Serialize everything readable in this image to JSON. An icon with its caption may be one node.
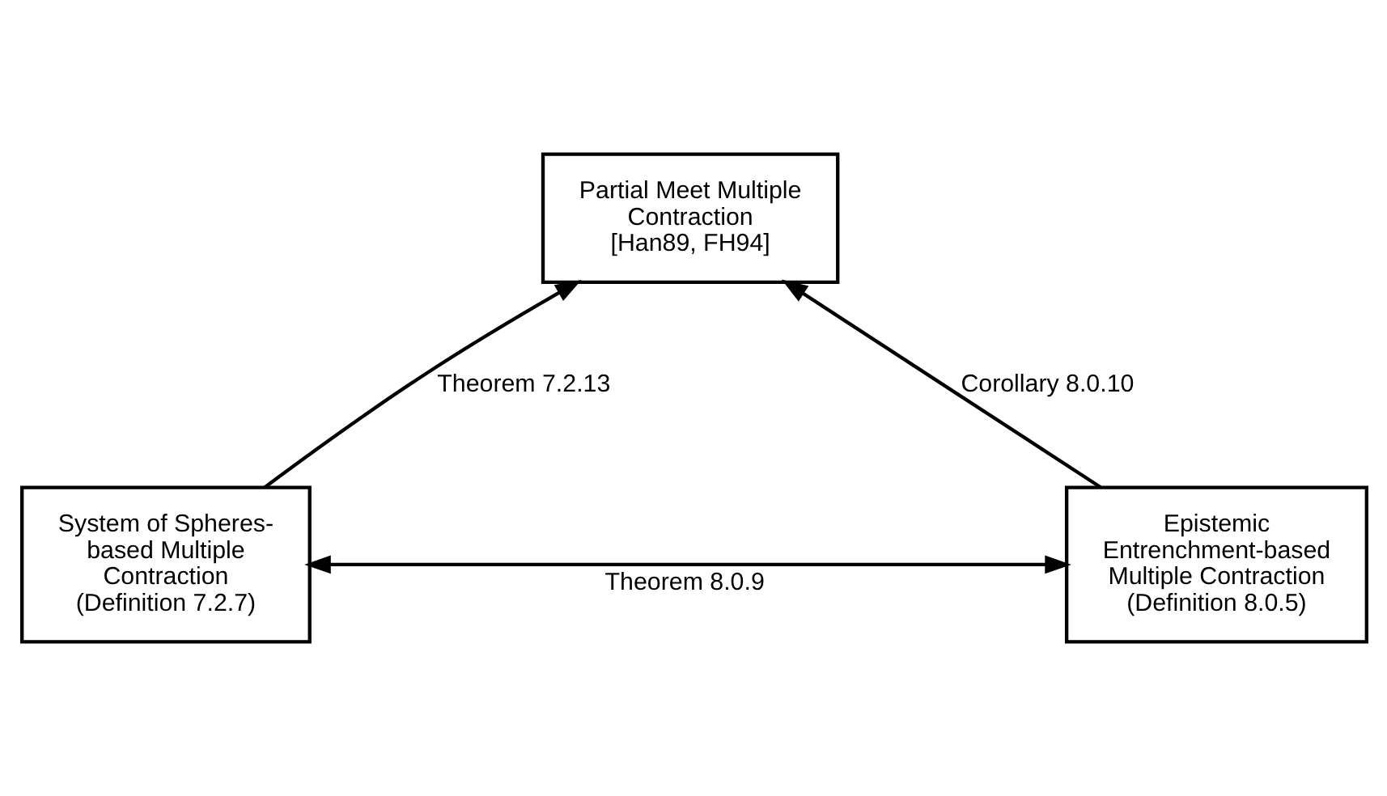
{
  "diagram": {
    "nodes": [
      {
        "text": [
          "Partial Meet Multiple Contraction",
          "[Han89, FH94]"
        ]
      },
      {
        "text": [
          "System of Spheres-based Multiple Contraction",
          "(Definition 7.2.7)"
        ]
      },
      {
        "text": [
          "Epistemic Entrenchment-based Multiple Contraction",
          "(Definition 8.0.5)"
        ]
      }
    ],
    "edges": [
      {
        "from": 1,
        "to": 0,
        "arrow": "to",
        "label": "Theorem 7.2.13"
      },
      {
        "from": 2,
        "to": 0,
        "arrow": "to",
        "label": "Corollary 8.0.10"
      },
      {
        "from": 1,
        "to": 2,
        "arrow": "both",
        "label": "Theorem 8.0.9"
      }
    ]
  }
}
